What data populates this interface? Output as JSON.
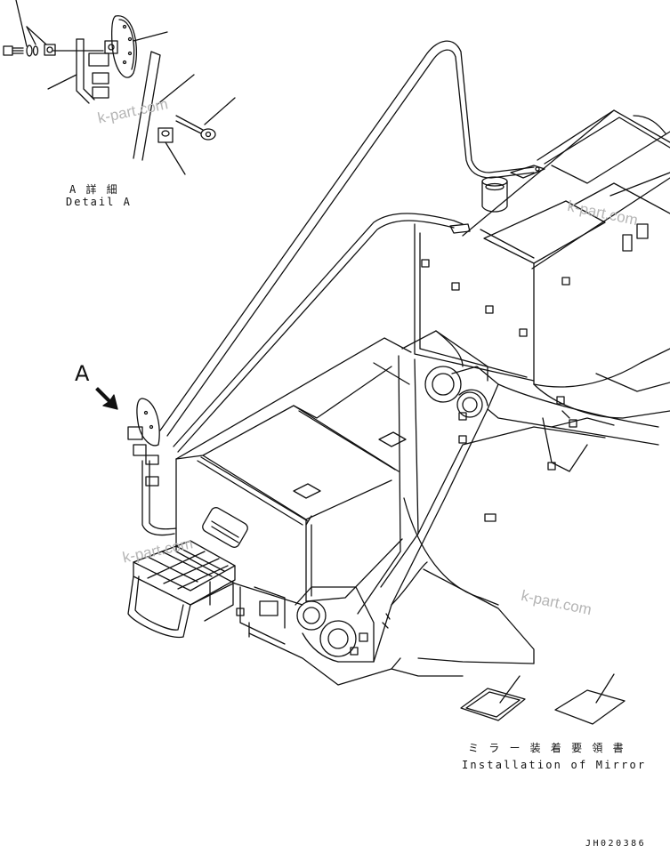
{
  "detail_label_jp": "A 詳 細",
  "detail_label_en": "Detail A",
  "view_arrow_letter": "A",
  "manual_label_jp": "ミ ラ ー 装 着 要 領 書",
  "manual_label_en": "Installation of Mirror",
  "drawing_code": "JH020386",
  "watermarks": [
    "k-part.com",
    "k-part.com",
    "k-part.com",
    "k-part.com"
  ]
}
